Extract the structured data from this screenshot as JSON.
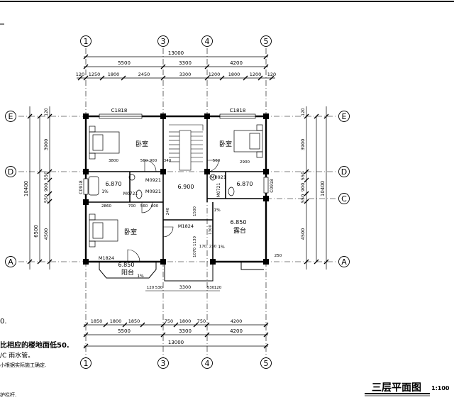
{
  "title": {
    "text": "三层平面图",
    "scale": "1:100"
  },
  "grid_axes": {
    "columns": [
      "1",
      "3",
      "4",
      "5"
    ],
    "rows_left": [
      "E",
      "D",
      "A"
    ],
    "rows_right": [
      "E",
      "D",
      "C",
      "A"
    ]
  },
  "dimensions": {
    "top_total": "13000",
    "top_spans": [
      "5500",
      "3300",
      "4200"
    ],
    "top_detail": [
      "120",
      "1250",
      "1800",
      "2450",
      "3300",
      "1200",
      "1800",
      "1200",
      "120"
    ],
    "bottom_detail": [
      "1850",
      "1800",
      "1850",
      "750",
      "1800",
      "750",
      "4200"
    ],
    "bottom_spans": [
      "5500",
      "3300",
      "4200"
    ],
    "bottom_total": "13000",
    "left_segments": [
      "3900",
      "550",
      "900",
      "550",
      "4500"
    ],
    "left_groups": [
      "10400",
      "6500"
    ],
    "right_segments": [
      "3900",
      "550",
      "900",
      "550",
      "4500"
    ],
    "right_group": "10400",
    "top_offsets": [
      "120",
      "120"
    ],
    "balcony_widths": [
      "120",
      "530",
      "3300",
      "530",
      "120"
    ]
  },
  "rooms": {
    "bedroom": "卧室",
    "terrace": "露台",
    "balcony": "阳台"
  },
  "elevations": [
    "6.870",
    "6.900",
    "6.870",
    "6.850",
    "6.850"
  ],
  "openings": {
    "windows": [
      "C1818",
      "C1818",
      "C0918",
      "C0918"
    ],
    "doors": [
      "M0921",
      "M0921",
      "M0921",
      "M0721",
      "M0721",
      "M1824",
      "M1824"
    ]
  },
  "small_dims": [
    "3800",
    "2900",
    "560",
    "900",
    "560",
    "340",
    "2860",
    "700",
    "560",
    "600",
    "240",
    "1500",
    "1300",
    "1130",
    "1070",
    "250",
    "230",
    "170"
  ],
  "slopes": [
    "1%",
    "1%",
    "1%",
    "1%"
  ],
  "notes": [
    "0.",
    "比相应的楼地面低50.",
    "/C 雨水管。",
    "小根据实际施工确定.",
    "护栏杆."
  ]
}
